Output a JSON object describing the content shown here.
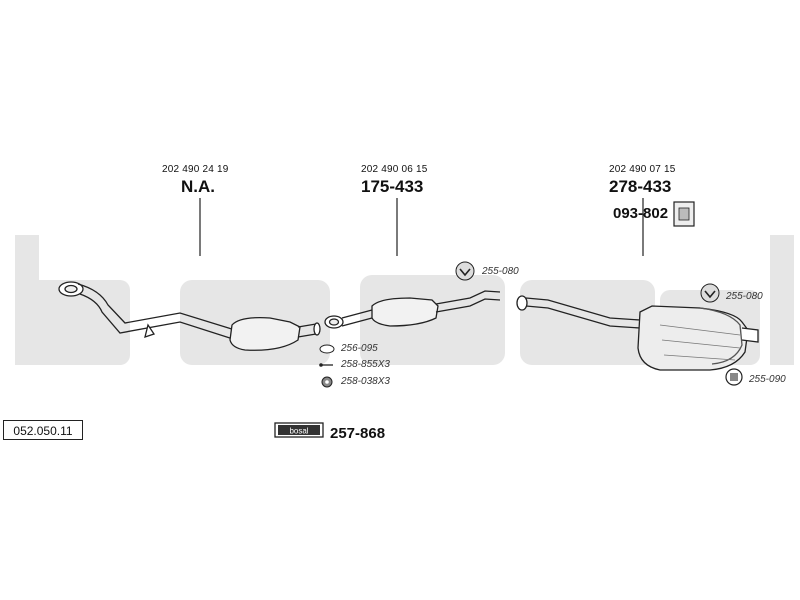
{
  "diagram_code": "052.050.11",
  "watermark": "bosal",
  "groups": [
    {
      "oe_number": "202 490 24 19",
      "part_number": "N.A."
    },
    {
      "oe_number": "202 490 06 15",
      "part_number": "175-433"
    },
    {
      "oe_number": "202 490 07 15",
      "part_number": "278-433"
    }
  ],
  "mount_kit": {
    "part_number": "093-802"
  },
  "fitting_kit": {
    "logo": "bosal",
    "part_number": "257-868"
  },
  "accessories": [
    {
      "code": "255-080",
      "icon": "rubber-hanger-icon"
    },
    {
      "code": "255-080",
      "icon": "rubber-hanger-icon"
    },
    {
      "code": "256-095",
      "icon": "gasket-ring-icon"
    },
    {
      "code": "258-855X3",
      "icon": "bolt-icon"
    },
    {
      "code": "258-038X3",
      "icon": "nut-icon"
    },
    {
      "code": "255-090",
      "icon": "rubber-mount-icon"
    }
  ]
}
